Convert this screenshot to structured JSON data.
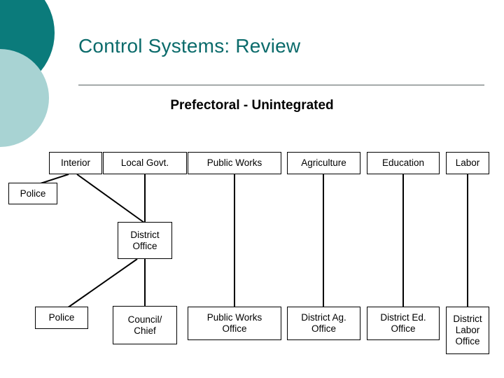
{
  "slide": {
    "title": "Control Systems: Review",
    "subtitle": "Prefectoral - Unintegrated",
    "accent_color": "#0b6b6b",
    "deco_colors": [
      "#0b7b7b",
      "#a8d3d3"
    ]
  },
  "diagram": {
    "type": "org-chart",
    "ministry_row": [
      {
        "id": "interior",
        "label": "Interior"
      },
      {
        "id": "local-govt",
        "label": "Local Govt."
      },
      {
        "id": "public-works",
        "label": "Public Works"
      },
      {
        "id": "agriculture",
        "label": "Agriculture"
      },
      {
        "id": "education",
        "label": "Education"
      },
      {
        "id": "labor",
        "label": "Labor"
      }
    ],
    "police_top": {
      "id": "police-top",
      "label": "Police"
    },
    "district_office": {
      "id": "district-office",
      "line1": "District",
      "line2": "Office"
    },
    "field_row": [
      {
        "id": "police-field",
        "line1": "Police",
        "line2": ""
      },
      {
        "id": "council-chief",
        "line1": "Council/",
        "line2": "Chief"
      },
      {
        "id": "public-works-office",
        "line1": "Public Works",
        "line2": "Office"
      },
      {
        "id": "district-ag-office",
        "line1": "District Ag.",
        "line2": "Office"
      },
      {
        "id": "district-ed-office",
        "line1": "District Ed.",
        "line2": "Office"
      },
      {
        "id": "district-labor-office",
        "line1": "District",
        "line2": "Labor",
        "line3": "Office"
      }
    ]
  }
}
